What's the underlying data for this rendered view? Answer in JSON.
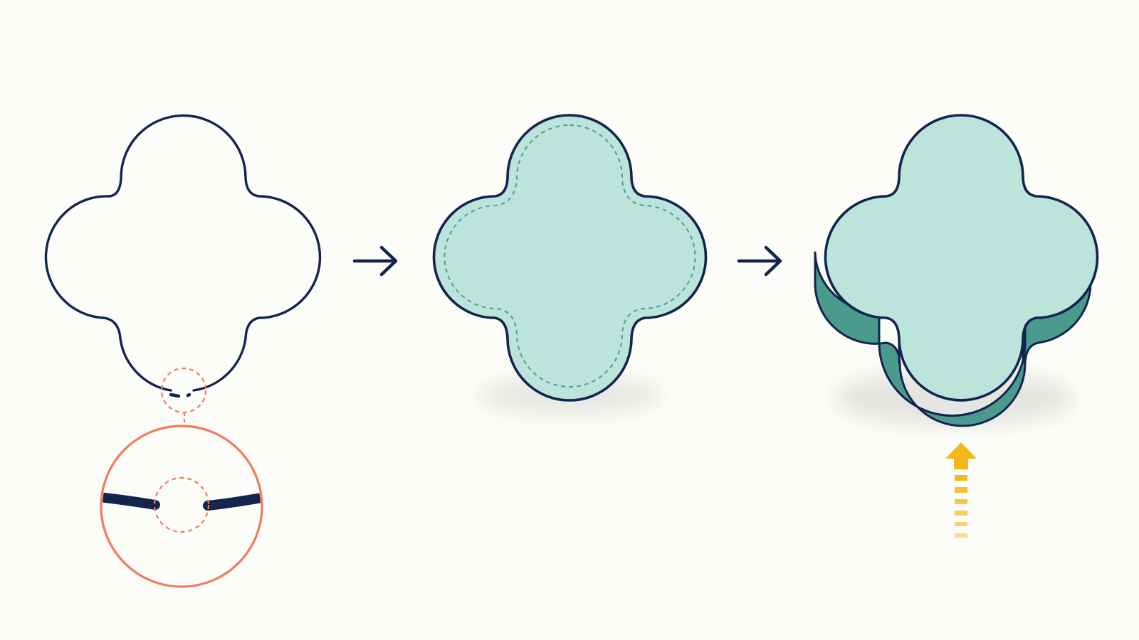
{
  "figure": {
    "steps": [
      {
        "id": "open-outline",
        "state": "outline with gap"
      },
      {
        "id": "closed-filled",
        "state": "closed and filled"
      },
      {
        "id": "extruded",
        "state": "extruded solid"
      }
    ]
  },
  "colors": {
    "background": "#fcfcf9",
    "outline": "#13254d",
    "fill_top": "#bde4db",
    "fill_side": "#4a9a8d",
    "inner_dash": "#4f9e92",
    "callout": "#f07a5e",
    "up_arrow": "#f5b81c"
  },
  "icons": {
    "step_arrow": "arrow-right-icon",
    "extrude_arrow": "arrow-up-dashed-icon",
    "magnifier": "magnifier-callout"
  }
}
